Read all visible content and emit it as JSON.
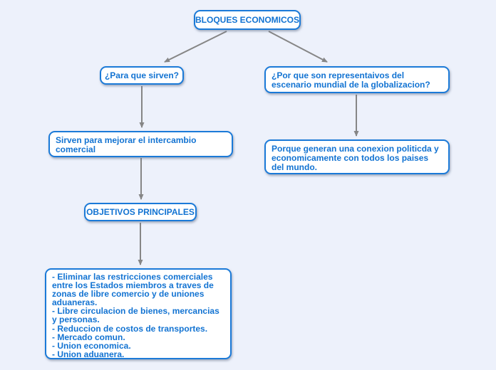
{
  "canvas": {
    "background_color": "#edf1fb",
    "node_fill_color": "#ffffff",
    "node_border_color": "#1b7ad8",
    "node_text_color": "#1273d2",
    "connector_color": "#868686"
  },
  "diagram": {
    "type": "concept-map",
    "nodes": {
      "root": {
        "label": "BLOQUES ECONOMICOS"
      },
      "question_left": {
        "label": "¿Para que sirven?"
      },
      "question_right": {
        "label": "¿Por que son representaivos del escenario mundial de la globalizacion?"
      },
      "answer_left": {
        "label": "Sirven para mejorar el intercambio comercial"
      },
      "answer_right": {
        "label": "Porque generan una conexion politicda y economicamente con todos los paises del mundo."
      },
      "objetivos_header": {
        "label": "OBJETIVOS PRINCIPALES"
      },
      "objetivos_lista": {
        "items": [
          "- Eliminar las restricciones comerciales entre los Estados miembros a traves de zonas de libre comercio y de uniones aduaneras.",
          "- Libre circulacion de bienes, mercancias y personas.",
          "- Reduccion de costos de transportes.",
          "- Mercado comun.",
          "- Union economica.",
          "- Union aduanera."
        ]
      }
    },
    "edges": [
      "root -> question_left",
      "root -> question_right",
      "question_left -> answer_left",
      "question_right -> answer_right",
      "answer_left -> objetivos_header",
      "objetivos_header -> objetivos_lista"
    ]
  }
}
